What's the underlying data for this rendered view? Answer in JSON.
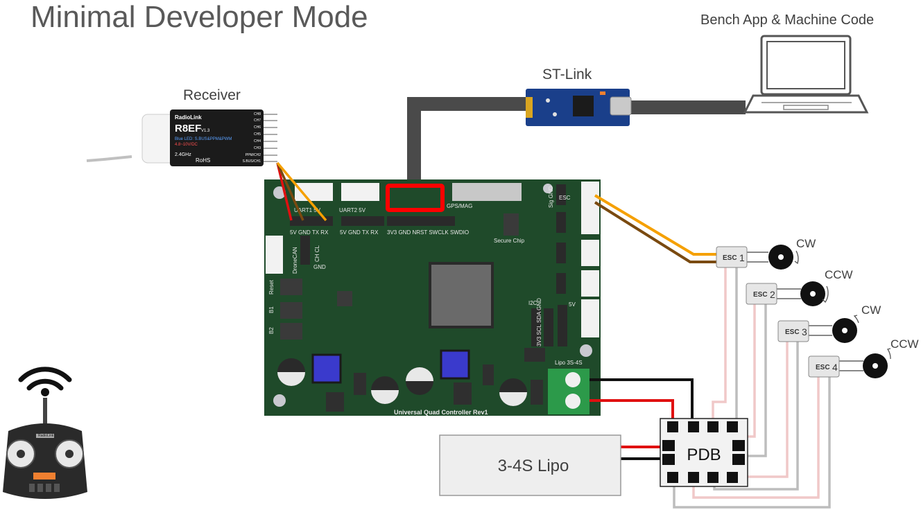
{
  "title": "Minimal Developer Mode",
  "labels": {
    "receiver": "Receiver",
    "stlink": "ST-Link",
    "laptop": "Bench App & Machine Code",
    "lipo": "3-4S Lipo",
    "pdb": "PDB"
  },
  "receiver_device": {
    "brand": "RadioLink",
    "model": "R8EF",
    "version": "V1.3",
    "line1": "Blue LED: S.BUS&PPM&PWM",
    "line2": "4.8~10V/DC",
    "freq": "2.4GHz",
    "rohs": "RoHS",
    "channels": [
      "CH8",
      "CH7",
      "CH6",
      "CH5",
      "CH4",
      "CH3",
      "PPM/CH2",
      "S.BUS/CH1"
    ]
  },
  "board": {
    "name": "Universal Quad Controller Rev1",
    "uart1": "UART1 5V",
    "uart1_pins": "5V GND TX RX",
    "uart2": "UART2 5V",
    "uart2_pins": "5V GND TX RX",
    "swd_pins": "3V3 GND NRST SWCLK SWDIO",
    "gps": "GPS/MAG",
    "secure": "Secure Chip",
    "dronecan": "DroneCAN",
    "can_pins": "CH CL",
    "gnd": "GND",
    "reset": "Reset",
    "b1": "B1",
    "b2": "B2",
    "i2c": "I2C",
    "i2c_pins": "3V3 SCL SDA GND",
    "v5": "5V",
    "lipo": "Lipo 3S-4S",
    "esc": "ESC",
    "sig_gnd": "Sig GND"
  },
  "escs": [
    {
      "label": "ESC",
      "num": "1",
      "dir": "CW"
    },
    {
      "label": "ESC",
      "num": "2",
      "dir": "CCW"
    },
    {
      "label": "ESC",
      "num": "3",
      "dir": "CW"
    },
    {
      "label": "ESC",
      "num": "4",
      "dir": "CCW"
    }
  ],
  "transmitter": {
    "brand": "RadioLink"
  },
  "colors": {
    "pcb": "#1f4a2a",
    "signal_orange": "#f5a000",
    "signal_brown": "#7a4a10",
    "power_red": "#e01010",
    "ground_black": "#111111",
    "motor_wire_pink": "#f0c8c8",
    "motor_wire_gray": "#bdbdbd",
    "swd_highlight": "#ff0000"
  },
  "icons": [
    "wifi-icon",
    "laptop-icon",
    "rotation-arrow-icon"
  ]
}
